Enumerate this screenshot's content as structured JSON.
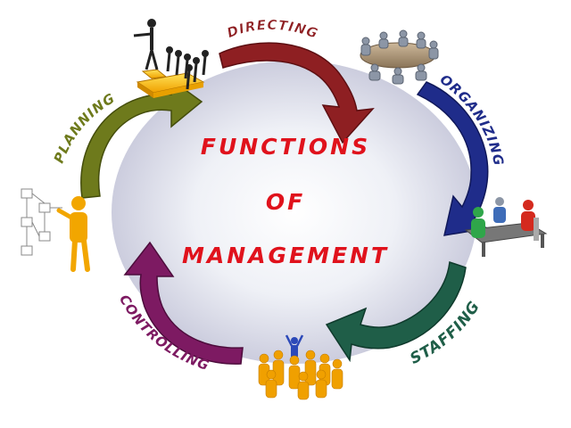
{
  "title_lines": [
    "FUNCTIONS",
    "OF",
    "MANAGEMENT"
  ],
  "functions": [
    {
      "label": "DIRECTING",
      "color": "#8e1f22",
      "icon": "leader-pointing-team-icon"
    },
    {
      "label": "ORGANIZING",
      "color": "#1f2c8a",
      "icon": "conference-table-meeting-icon"
    },
    {
      "label": "STAFFING",
      "color": "#1f5e48",
      "icon": "interview-desk-icon"
    },
    {
      "label": "CONTROLLING",
      "color": "#7d1a62",
      "icon": "crowd-with-leader-icon"
    },
    {
      "label": "PLANNING",
      "color": "#6e7a1c",
      "icon": "person-with-flowchart-icon"
    }
  ],
  "colors": {
    "title_red": "#e0121c",
    "backdrop": "#d6d7e6"
  }
}
